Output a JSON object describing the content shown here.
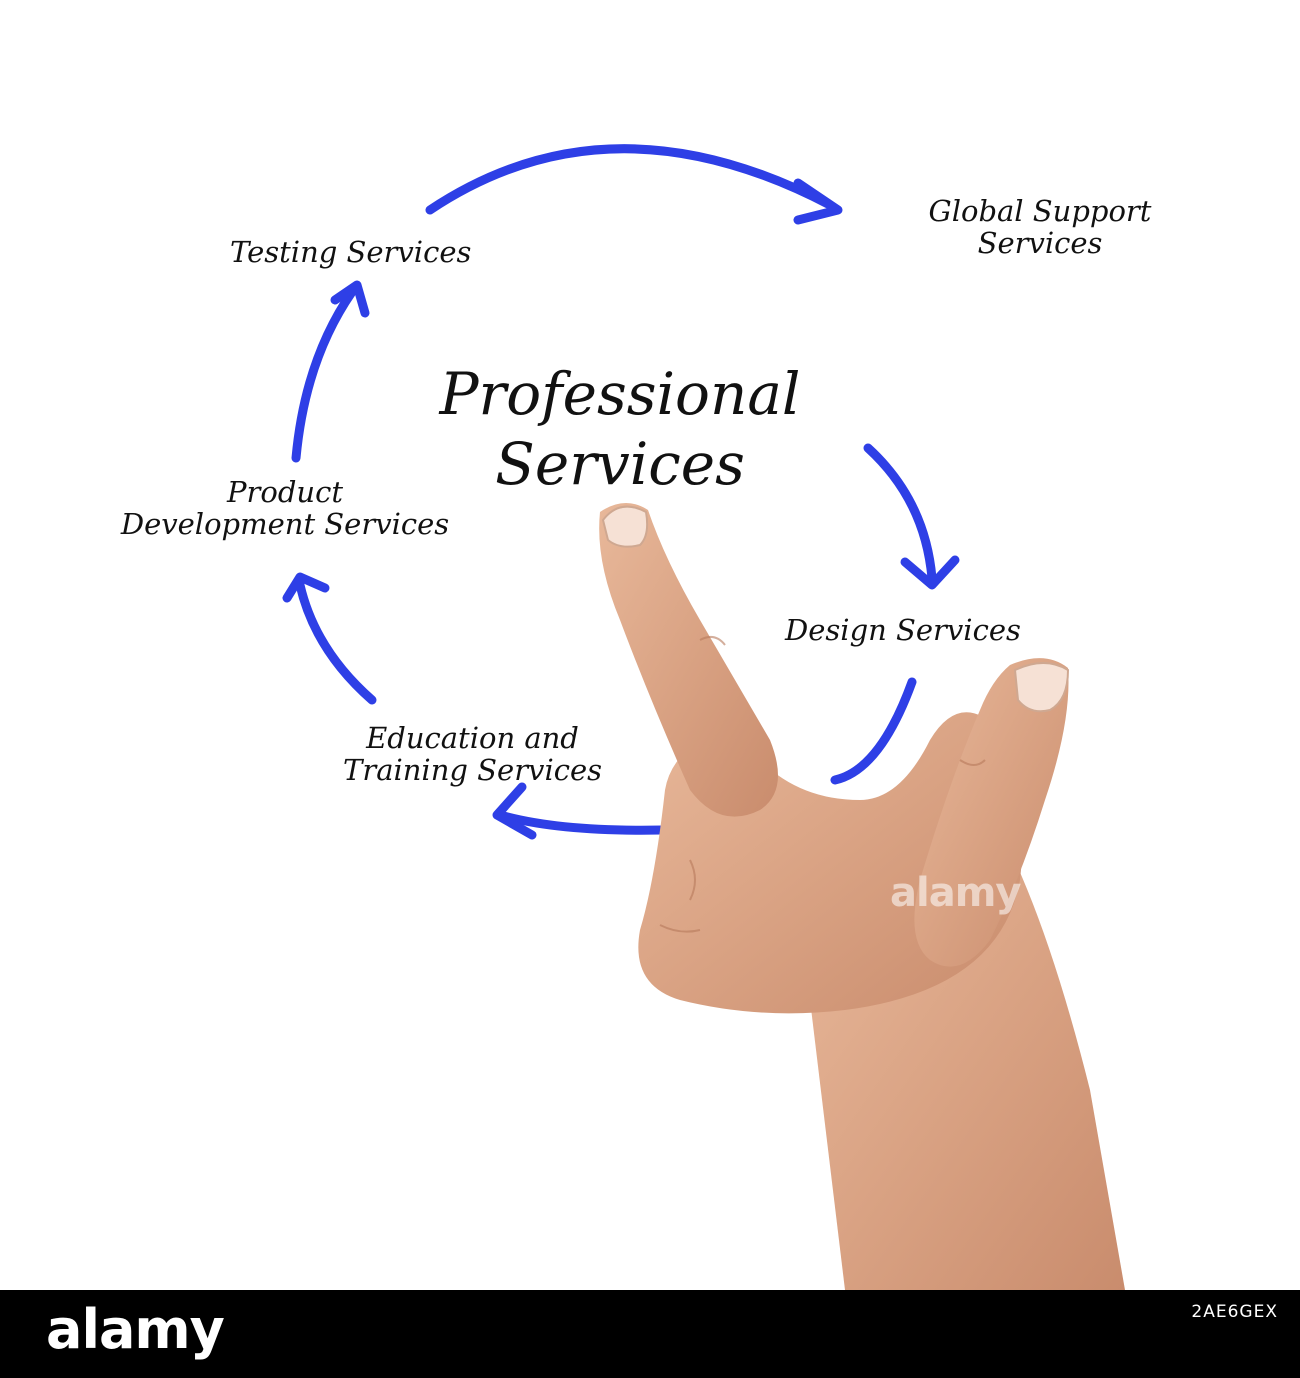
{
  "diagram": {
    "center_title_line1": "Professional",
    "center_title_line2": "Services",
    "nodes": {
      "testing": "Testing Services",
      "global_line1": "Global Support",
      "global_line2": "Services",
      "design": "Design Services",
      "education_line1": "Education and",
      "education_line2": "Training Services",
      "product_line1": "Product",
      "product_line2": "Development Services"
    },
    "arrow_color": "#2e3fe6",
    "text_color": "#111111"
  },
  "photo": {
    "subject": "hand-pointing"
  },
  "watermarks": {
    "hand_text": "alamy",
    "corner_text": "alamy"
  },
  "footer": {
    "brand": "alamy",
    "image_id": "2AE6GEX"
  }
}
